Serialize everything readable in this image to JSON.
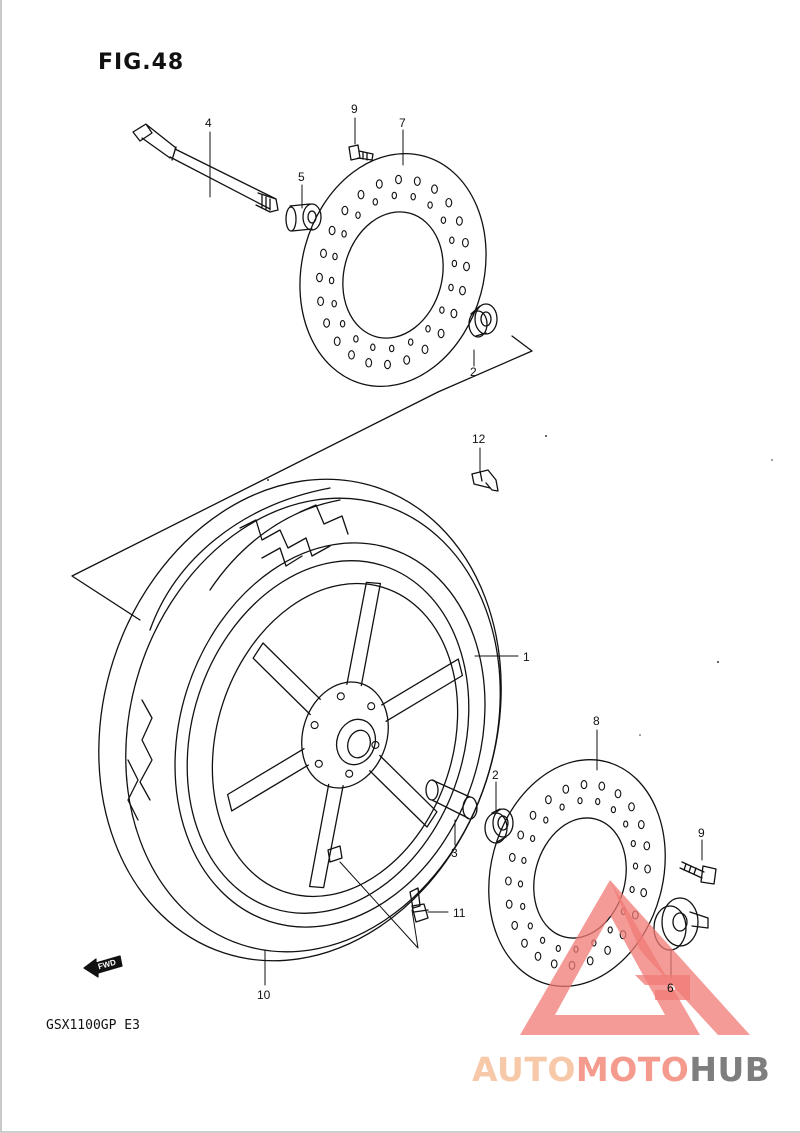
{
  "figure": {
    "title": "FIG.48",
    "model_code": "GSX1100GP  E3"
  },
  "callouts": [
    {
      "id": "c4",
      "label": "4"
    },
    {
      "id": "c9a",
      "label": "9"
    },
    {
      "id": "c7",
      "label": "7"
    },
    {
      "id": "c5",
      "label": "5"
    },
    {
      "id": "c2a",
      "label": "2"
    },
    {
      "id": "c12",
      "label": "12"
    },
    {
      "id": "c1",
      "label": "1"
    },
    {
      "id": "c8",
      "label": "8"
    },
    {
      "id": "c2b",
      "label": "2"
    },
    {
      "id": "c3",
      "label": "3"
    },
    {
      "id": "c9b",
      "label": "9"
    },
    {
      "id": "c11",
      "label": "11"
    },
    {
      "id": "c10",
      "label": "10"
    },
    {
      "id": "c6",
      "label": "6"
    }
  ],
  "fwd_marker": {
    "label": "FWD"
  },
  "watermark": {
    "part_a": "AUTO",
    "part_b": "MOTO",
    "part_c": "HUB",
    "colors": {
      "auto": "#f7c9a8",
      "moto": "#f59b8e",
      "hub": "#7e7e7e",
      "triangle": "#f07a74"
    }
  }
}
